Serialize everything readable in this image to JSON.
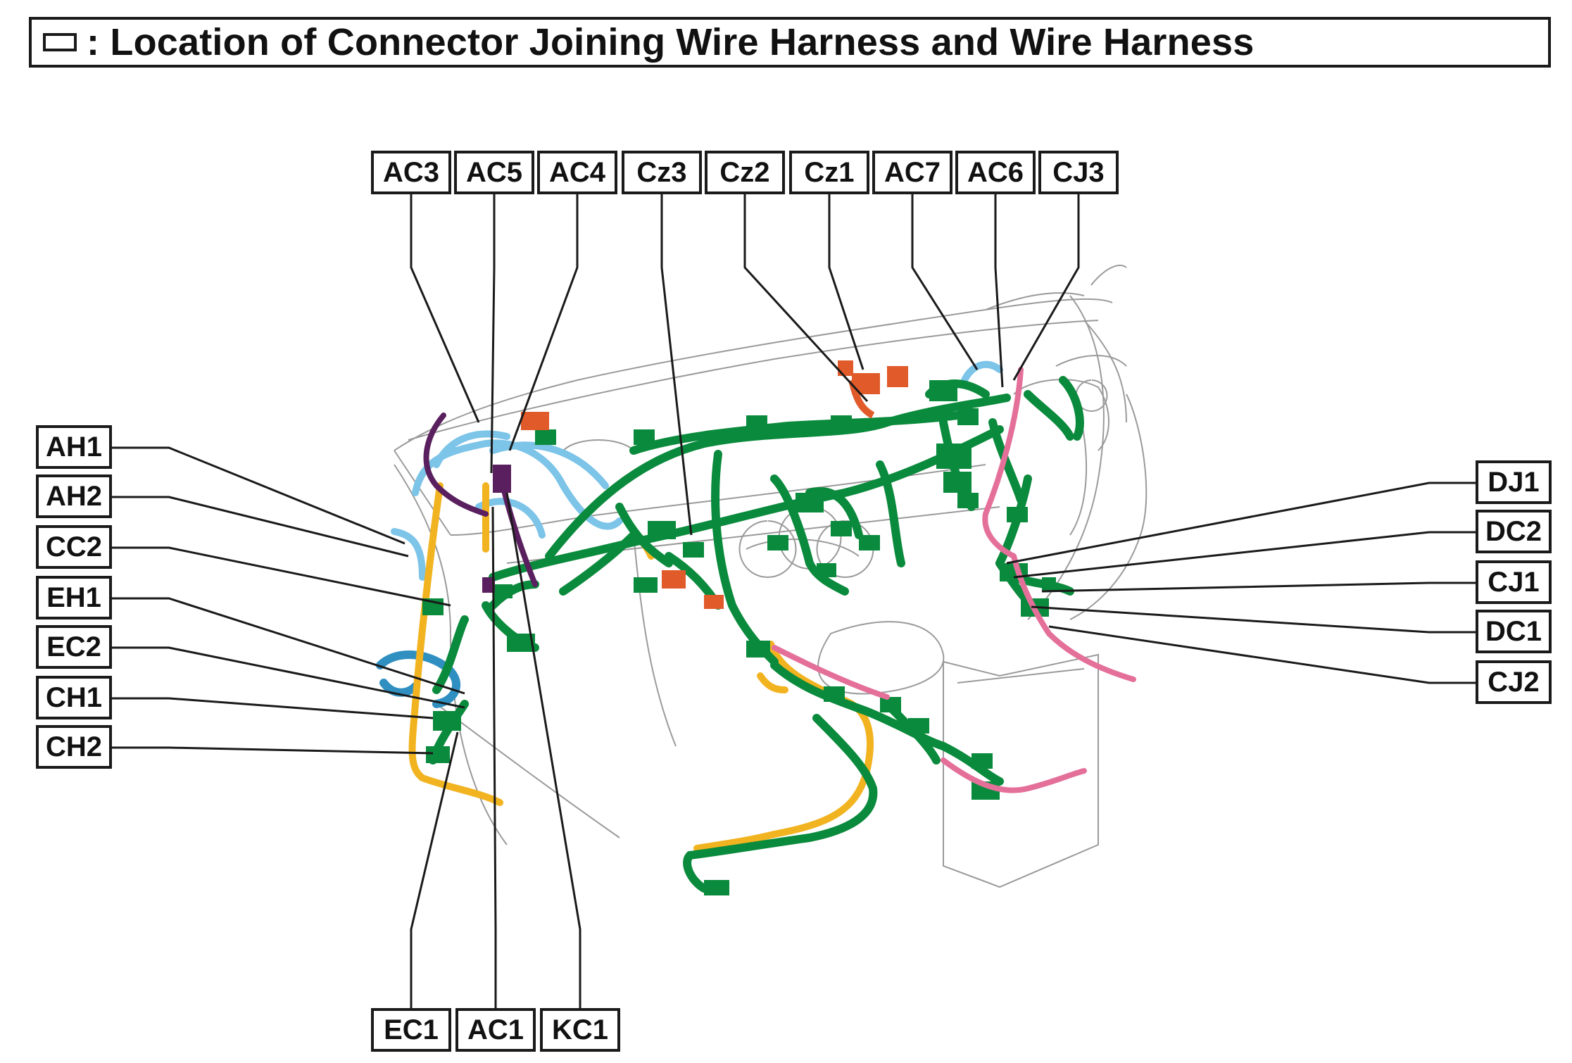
{
  "title": {
    "legend_icon": "empty-rectangle-icon",
    "text": ": Location of Connector Joining Wire Harness and Wire Harness"
  },
  "labels": {
    "AC3": "AC3",
    "AC5": "AC5",
    "AC4": "AC4",
    "Cz3": "Cz3",
    "Cz2": "Cz2",
    "Cz1": "Cz1",
    "AC7": "AC7",
    "AC6": "AC6",
    "CJ3": "CJ3",
    "AH1": "AH1",
    "AH2": "AH2",
    "CC2": "CC2",
    "EH1": "EH1",
    "EC2": "EC2",
    "CH1": "CH1",
    "CH2": "CH2",
    "DJ1": "DJ1",
    "DC2": "DC2",
    "CJ1": "CJ1",
    "DC1": "DC1",
    "CJ2": "CJ2",
    "EC1": "EC1",
    "AC1": "AC1",
    "KC1": "KC1"
  },
  "colors": {
    "harness_green": "#0a8a3c",
    "harness_blue": "#7cc4e8",
    "harness_dark_blue": "#2f8fc0",
    "harness_orange": "#f2b320",
    "harness_red_orange": "#e05a2a",
    "harness_pink": "#e4709a",
    "harness_purple": "#5a1f5e",
    "outline_gray": "#9a9a9a",
    "border_black": "#1a1a1a"
  }
}
